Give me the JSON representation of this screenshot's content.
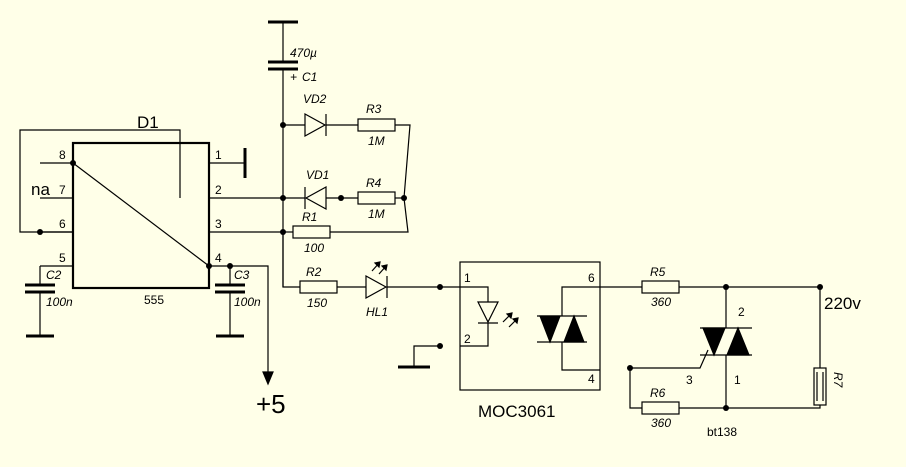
{
  "ic_555": {
    "name": "D1",
    "type": "555",
    "pin_label_7": "na",
    "pins": {
      "p1": "1",
      "p2": "2",
      "p3": "3",
      "p4": "4",
      "p5": "5",
      "p6": "6",
      "p7": "7",
      "p8": "8"
    }
  },
  "capacitors": {
    "c1": {
      "name": "C1",
      "value": "470µ",
      "polarity": "+"
    },
    "c2": {
      "name": "C2",
      "value": "100n"
    },
    "c3": {
      "name": "C3",
      "value": "100n"
    }
  },
  "diodes": {
    "vd1": "VD1",
    "vd2": "VD2",
    "hl1": "HL1"
  },
  "resistors": {
    "r1": {
      "name": "R1",
      "value": "100"
    },
    "r2": {
      "name": "R2",
      "value": "150"
    },
    "r3": {
      "name": "R3",
      "value": "1M"
    },
    "r4": {
      "name": "R4",
      "value": "1M"
    },
    "r5": {
      "name": "R5",
      "value": "360"
    },
    "r6": {
      "name": "R6",
      "value": "360"
    },
    "r7": {
      "name": "R7"
    }
  },
  "optocoupler": {
    "name": "MOC3061",
    "pins": {
      "p1": "1",
      "p2": "2",
      "p4": "4",
      "p6": "6"
    }
  },
  "triac": {
    "name": "bt138",
    "pins": {
      "p1": "1",
      "p2": "2",
      "p3": "3"
    }
  },
  "supply": {
    "label": "+5"
  },
  "mains": {
    "label": "220v"
  }
}
